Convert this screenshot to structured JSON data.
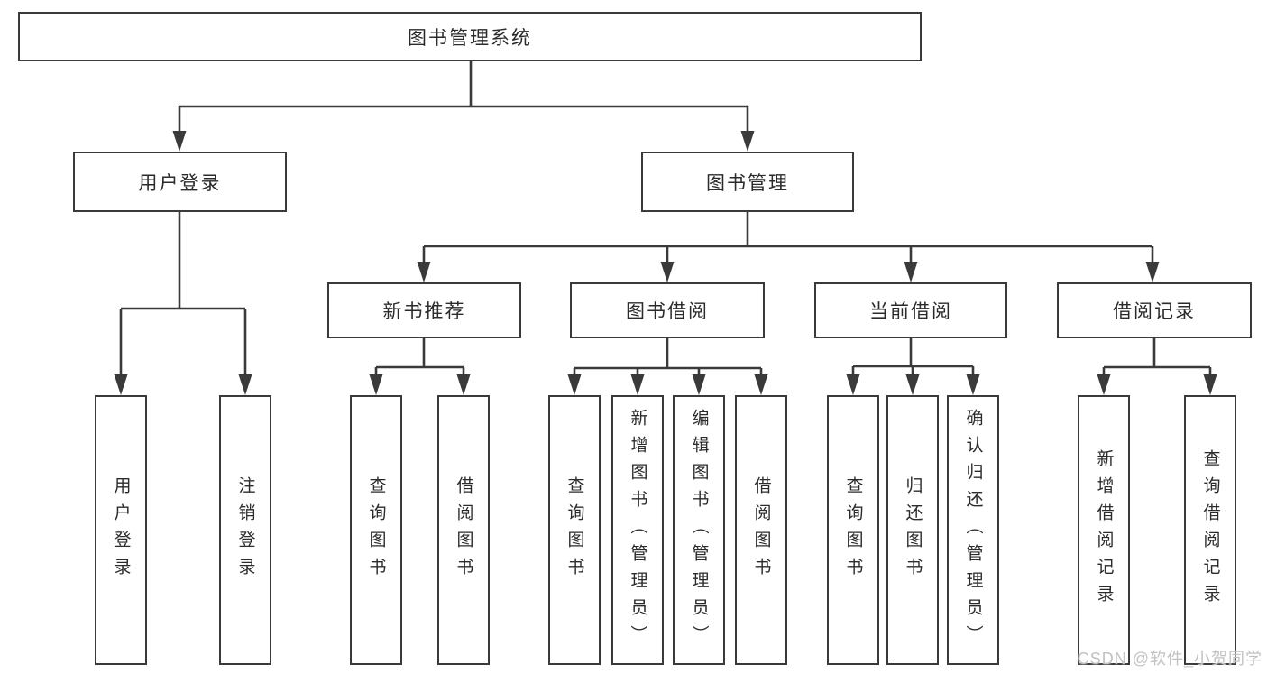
{
  "tree": {
    "root": {
      "label": "图书管理系统",
      "children": [
        {
          "label": "用户登录",
          "children": [
            {
              "label": "用户登录"
            },
            {
              "label": "注销登录"
            }
          ]
        },
        {
          "label": "图书管理",
          "children": [
            {
              "label": "新书推荐",
              "children": [
                {
                  "label": "查询图书"
                },
                {
                  "label": "借阅图书"
                }
              ]
            },
            {
              "label": "图书借阅",
              "children": [
                {
                  "label": "查询图书"
                },
                {
                  "label": "新增图书（管理员）"
                },
                {
                  "label": "编辑图书（管理员）"
                },
                {
                  "label": "借阅图书"
                }
              ]
            },
            {
              "label": "当前借阅",
              "children": [
                {
                  "label": "查询图书"
                },
                {
                  "label": "归还图书"
                },
                {
                  "label": "确认归还（管理员）"
                }
              ]
            },
            {
              "label": "借阅记录",
              "children": [
                {
                  "label": "新增借阅记录"
                },
                {
                  "label": "查询借阅记录"
                }
              ]
            }
          ]
        }
      ]
    }
  },
  "watermark": {
    "text": "CSDN @软件_小贺同学"
  },
  "colors": {
    "line": "#3a3a3a",
    "text": "#2b2b2b",
    "watermark": "#c2c2c2",
    "background": "#ffffff"
  }
}
